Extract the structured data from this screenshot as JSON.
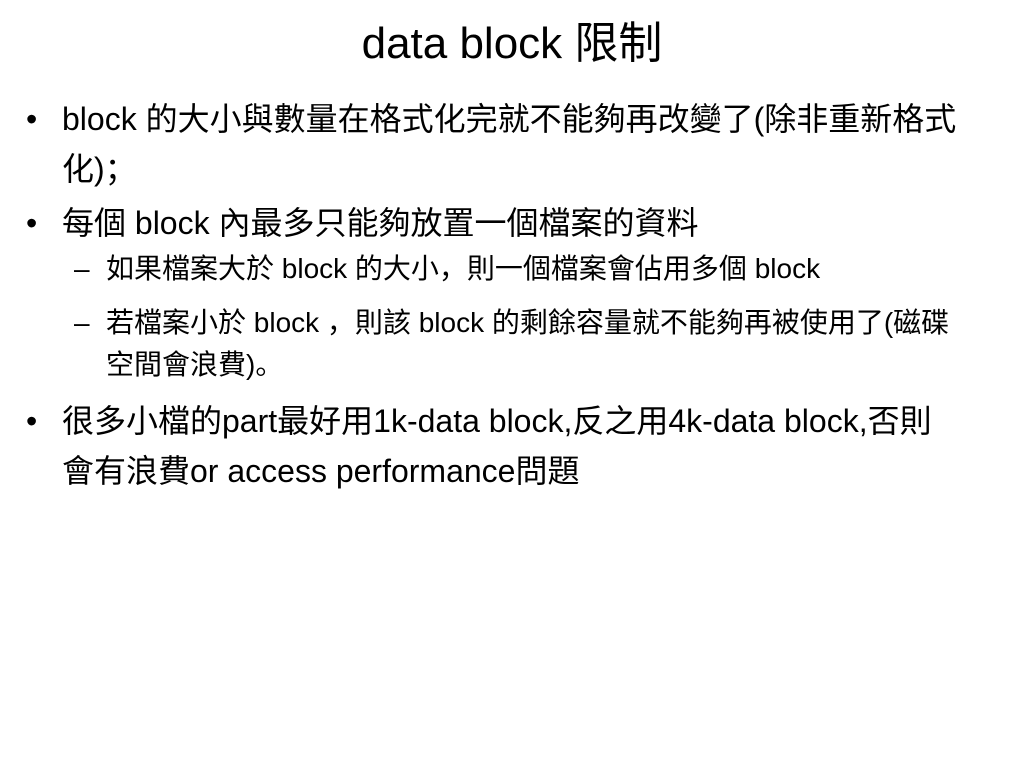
{
  "slide": {
    "title": "data block 限制",
    "bullets": [
      {
        "mark": "•",
        "text": "block 的大小與數量在格式化完就不能夠再改變了(除非重新格式化)；"
      },
      {
        "mark": "•",
        "text": "每個 block 內最多只能夠放置一個檔案的資料",
        "sub_bullets": [
          {
            "mark": "–",
            "text": "如果檔案大於 block 的大小，則一個檔案會佔用多個 block"
          },
          {
            "mark": "–",
            "text": "若檔案小於 block ，則該 block 的剩餘容量就不能夠再被使用了(磁碟空間會浪費)。"
          }
        ]
      },
      {
        "mark": "•",
        "text": "很多小檔的part最好用1k-data block,反之用4k-data block,否則會有浪費or access performance問題"
      }
    ]
  }
}
